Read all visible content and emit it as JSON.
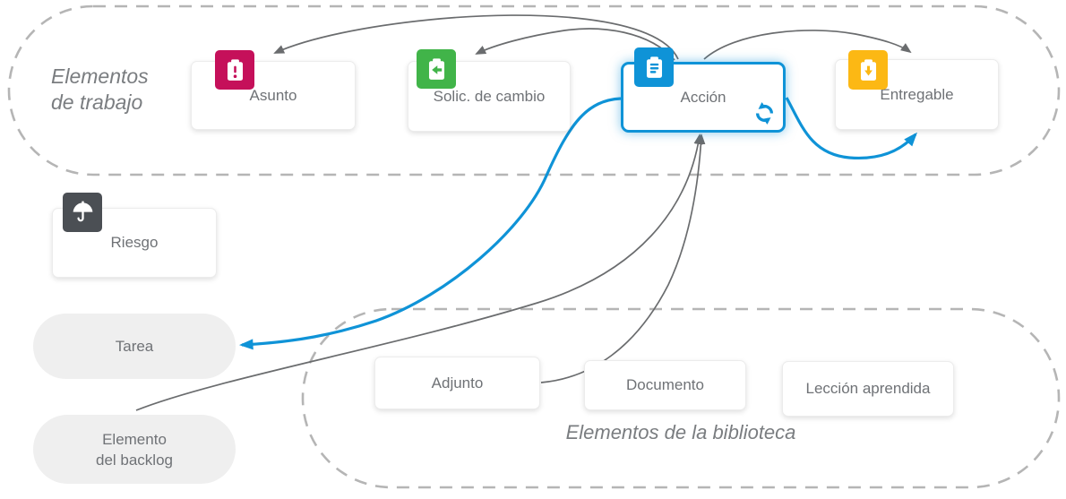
{
  "regions": {
    "work_items": {
      "label_line1": "Elementos",
      "label_line2": "de trabajo"
    },
    "library": {
      "label": "Elementos de la biblioteca"
    }
  },
  "nodes": {
    "asunto": {
      "label": "Asunto",
      "icon": "clipboard-exclamation-icon"
    },
    "solic": {
      "label": "Solic. de cambio",
      "icon": "clipboard-arrow-left-icon"
    },
    "accion": {
      "label": "Acción",
      "icon": "clipboard-list-icon",
      "selected": true,
      "badge_icon": "sync-icon"
    },
    "entregable": {
      "label": "Entregable",
      "icon": "clipboard-arrow-down-icon"
    },
    "riesgo": {
      "label": "Riesgo",
      "icon": "umbrella-icon"
    },
    "tarea": {
      "label": "Tarea"
    },
    "backlog": {
      "label_line1": "Elemento",
      "label_line2": "del backlog"
    },
    "adjunto": {
      "label": "Adjunto"
    },
    "documento": {
      "label": "Documento"
    },
    "leccion": {
      "label": "Lección aprendida"
    }
  },
  "colors": {
    "asunto": "#c5105a",
    "solic": "#41b449",
    "accion": "#0f93d7",
    "entregable": "#fcb814",
    "riesgo": "#4b4f54",
    "connector_gray": "#6a6c6e",
    "connector_blue": "#0f93d7",
    "region_dash": "#b5b5b5",
    "pill_fill": "#efefef"
  },
  "connectors": [
    {
      "from": "accion",
      "to": "asunto",
      "style": "gray"
    },
    {
      "from": "accion",
      "to": "solic",
      "style": "gray"
    },
    {
      "from": "accion",
      "to": "entregable",
      "style": "gray"
    },
    {
      "from": "accion",
      "to": "entregable",
      "style": "blue"
    },
    {
      "from": "accion",
      "to": "tarea",
      "style": "blue"
    },
    {
      "from": "adjunto",
      "to": "accion",
      "style": "gray"
    },
    {
      "from": "backlog",
      "to": "accion",
      "style": "gray"
    }
  ]
}
